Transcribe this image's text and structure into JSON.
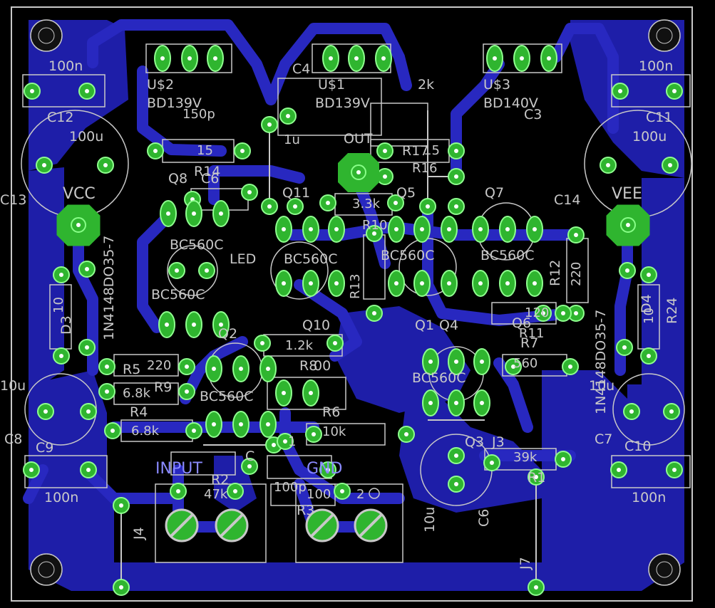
{
  "board": {
    "colors": {
      "background": "#000000",
      "copper": "#1e1ea8",
      "trace": "#2828c0",
      "pad": "#2fb52f",
      "silkscreen": "#c8c8c8",
      "drill": "#ffffff"
    }
  },
  "labels": {
    "c12_val": "100n",
    "c12": "C12",
    "c11_val": "100n",
    "c11": "C11",
    "c13_val": "100u",
    "c13": "C13",
    "c14_val": "100u",
    "c14": "C14",
    "vcc": "VCC",
    "vee": "VEE",
    "us2": "U$2",
    "us2_type": "BD139V",
    "c2_val": "150p",
    "c4": "C4",
    "us1": "U$1",
    "us1_type": "BD139V",
    "us3": "U$3",
    "us3_type": "BD140V",
    "c3": "C3",
    "pot_val": "2k",
    "out": "OUT",
    "r17": "R17",
    "r17_val": "15",
    "r14": "R14",
    "r14_val": "15",
    "c5_val": "1u",
    "r16": "R16",
    "q8": "Q8",
    "c6_top": "C6",
    "q11": "Q11",
    "r13_val": "3.3k",
    "q5": "Q5",
    "q7": "Q7",
    "q8_type": "BC560C",
    "led": "LED",
    "bc_mid1": "BC560C",
    "bc_q5": "BC560C",
    "bc_q7": "BC560C",
    "r10": "R10",
    "r13": "R13",
    "bc_left": "BC560C",
    "q10": "Q10",
    "q1": "Q1",
    "q6": "Q6",
    "d3": "D3",
    "d3_type": "1N4148DO35-7",
    "d4": "D4",
    "d4_type": "1N4148DO35-7",
    "r10_val": "10",
    "r12": "R12",
    "r12_val": "220",
    "r11_val": "120",
    "r11": "R11",
    "r23_val": "10",
    "r24": "R24",
    "r8_val": "1.2k",
    "r8": "R8",
    "r8_sub": "00",
    "r5": "R5",
    "r5_val": "220",
    "r9": "R9",
    "r9_val": "6.8k",
    "r4": "R4",
    "r4_val": "6.8k",
    "q2": "Q2",
    "q4": "Q4",
    "bc_q3": "BC560C",
    "bc_q4": "BC560C",
    "r7": "R7",
    "r7_val": "560",
    "c8_val": "10u",
    "c8": "C8",
    "c9": "C9",
    "c9_val": "100n",
    "c7_val": "10u",
    "c7": "C7",
    "c10": "C10",
    "c10_val": "100n",
    "r6": "R6",
    "r6_val": "10k",
    "q3": "Q3",
    "j3": "J3",
    "r1_val": "39k",
    "r1": "R1",
    "input": "INPUT",
    "gnd": "GND",
    "pin1": "1",
    "pin2": "2",
    "r2": "R2",
    "r2_val": "47k",
    "r3": "R3",
    "r3_val": "100",
    "c1_val": "100p",
    "c_small": "C",
    "c6_bot": "C6",
    "c6_val": "10u",
    "j4": "J4",
    "j7": "J7"
  }
}
